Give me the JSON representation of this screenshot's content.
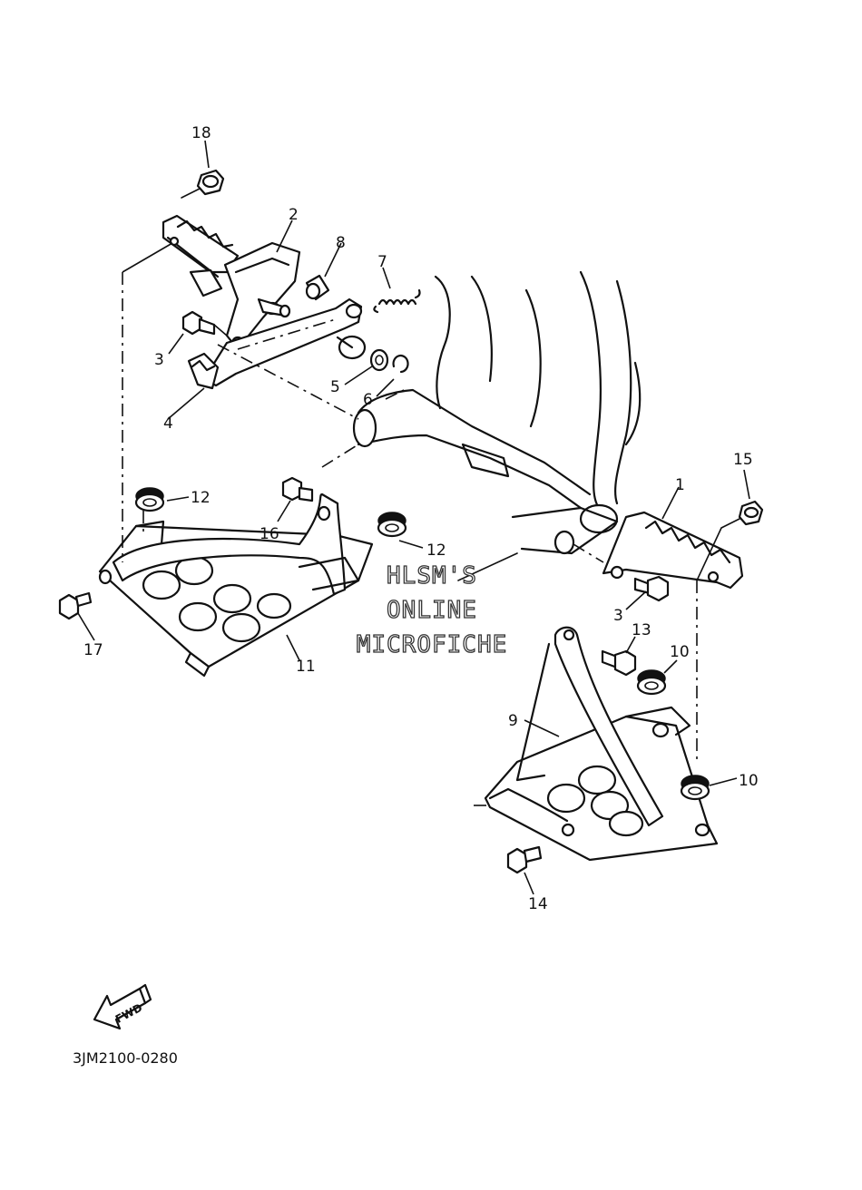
{
  "callouts": {
    "c1": "1",
    "c2": "2",
    "c3a": "3",
    "c3b": "3",
    "c4": "4",
    "c5": "5",
    "c6": "6",
    "c7": "7",
    "c8": "8",
    "c9": "9",
    "c10a": "10",
    "c10b": "10",
    "c11": "11",
    "c12a": "12",
    "c12b": "12",
    "c13": "13",
    "c14": "14",
    "c15": "15",
    "c16": "16",
    "c17": "17",
    "c18": "18"
  },
  "watermark": {
    "line1": "HLSM'S",
    "line2": "ONLINE",
    "line3": "MICROFICHE"
  },
  "fwd_label": "FWD",
  "diagram_code": "3JM2100-0280"
}
